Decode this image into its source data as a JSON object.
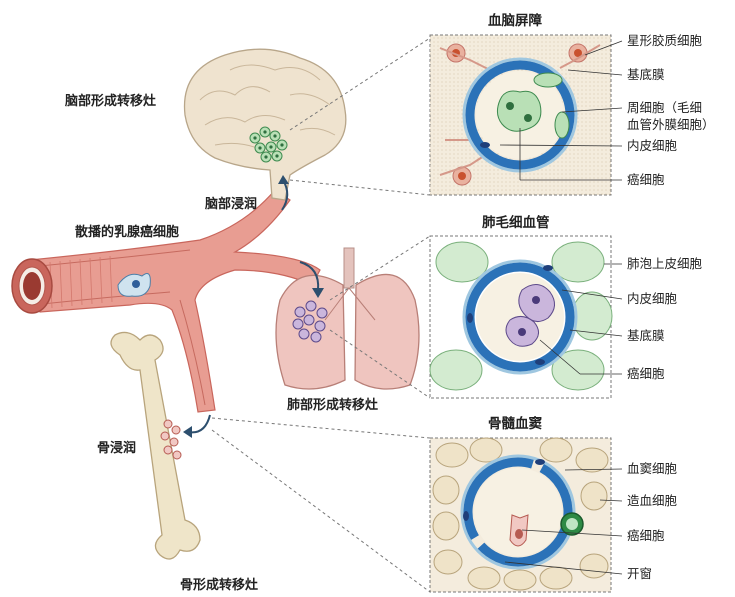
{
  "organs": {
    "brain_metastasis": "脑部形成转移灶",
    "brain_infiltration": "脑部浸润",
    "disseminated_cells": "散播的乳腺癌细胞",
    "lung_metastasis": "肺部形成转移灶",
    "bone_infiltration": "骨浸润",
    "bone_metastasis": "骨形成转移灶"
  },
  "panels": {
    "bbb": {
      "title": "血脑屏障",
      "labels": [
        "星形胶质细胞",
        "基底膜",
        "周细胞（毛细",
        "血管外膜细胞）",
        "内皮细胞",
        "癌细胞"
      ]
    },
    "lung": {
      "title": "肺毛细血管",
      "labels": [
        "肺泡上皮细胞",
        "内皮细胞",
        "基底膜",
        "癌细胞"
      ]
    },
    "bone": {
      "title": "骨髓血窦",
      "labels": [
        "血窦细胞",
        "造血细胞",
        "癌细胞",
        "开窗"
      ]
    }
  }
}
